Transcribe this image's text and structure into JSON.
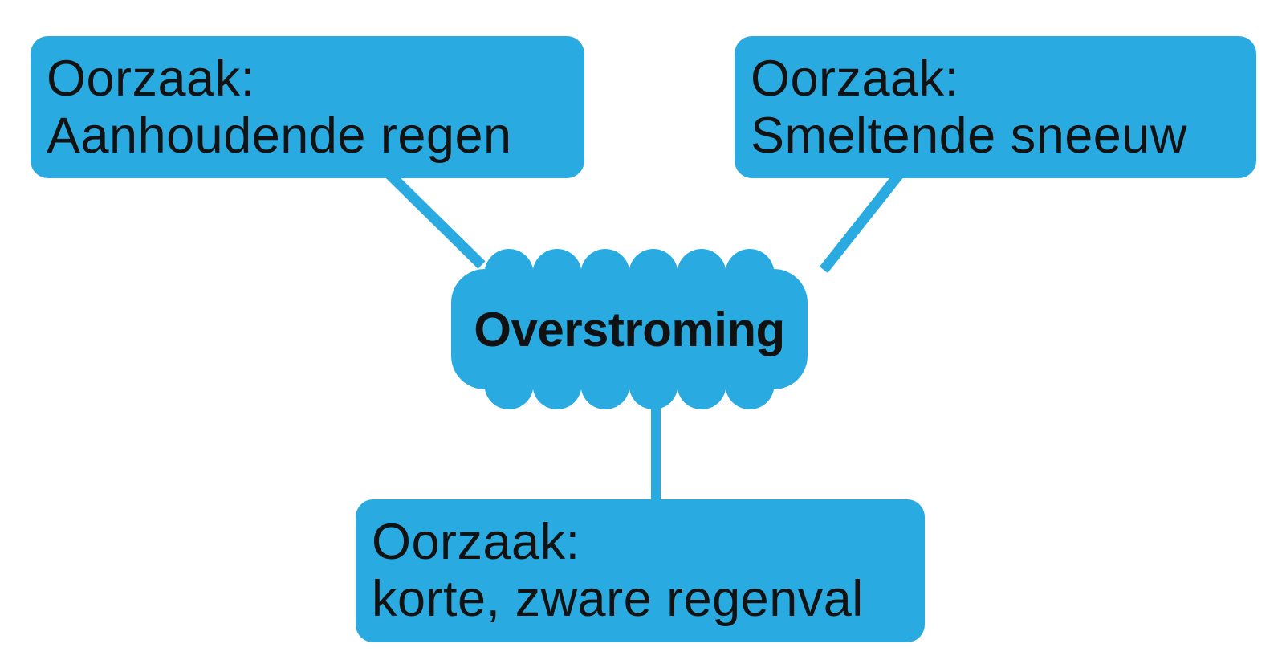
{
  "diagram": {
    "center_node": {
      "id": "overstroming",
      "label": "Overstroming"
    },
    "cause_nodes": [
      {
        "id": "cause-aanhoudende-regen",
        "position": "top-left",
        "label_prefix": "Oorzaak:",
        "label_text": "Aanhoudende regen"
      },
      {
        "id": "cause-smeltende-sneeuw",
        "position": "top-right",
        "label_prefix": "Oorzaak:",
        "label_text": "Smeltende sneeuw"
      },
      {
        "id": "cause-korte-zware-regenval",
        "position": "bottom-center",
        "label_prefix": "Oorzaak:",
        "label_text": "korte, zware regenval"
      }
    ],
    "connector_count": 3,
    "colors": {
      "node_fill": "#29ABE2",
      "connector": "#29ABE2",
      "text": "#121212",
      "background": "#FFFFFF"
    }
  }
}
